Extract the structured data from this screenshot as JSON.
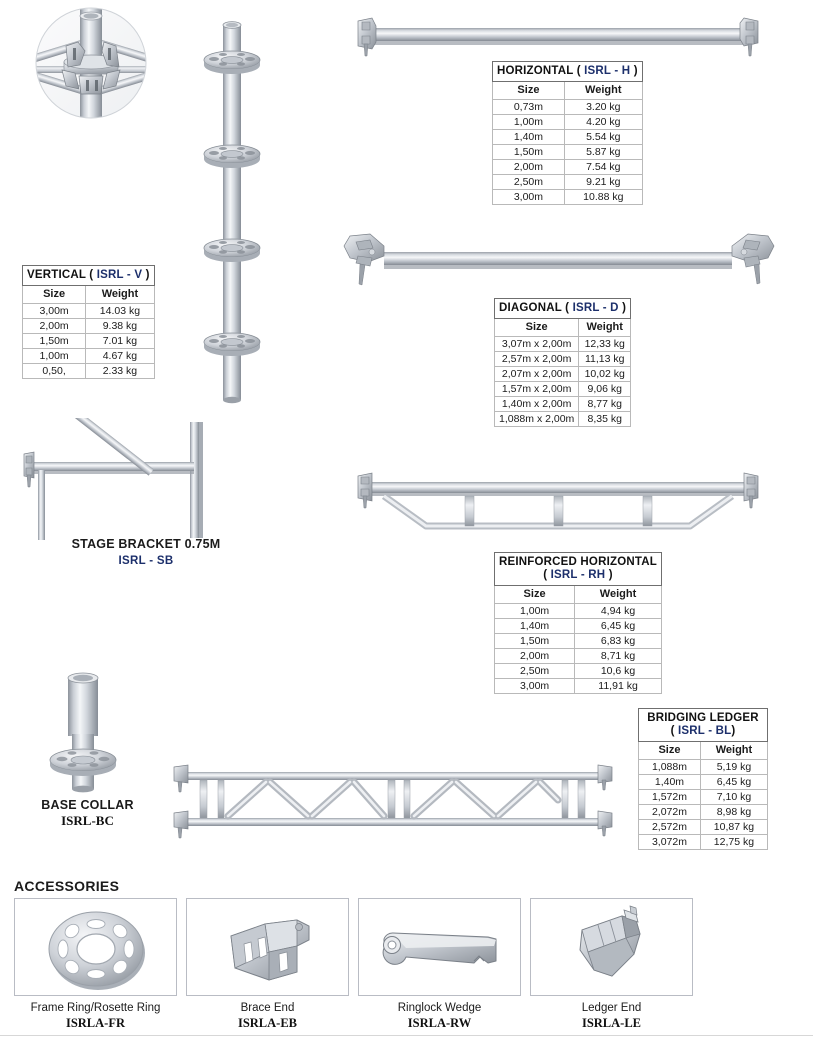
{
  "page": {
    "accessories_heading": "ACCESSORIES"
  },
  "tables": [
    {
      "id": "vertical",
      "title_main": "VERTICAL (",
      "title_code": "ISRL - V",
      "title_close": ")",
      "col_size": "Size",
      "col_weight": "Weight",
      "rows": [
        {
          "size": "3,00m",
          "weight": "14.03 kg"
        },
        {
          "size": "2,00m",
          "weight": "9.38 kg"
        },
        {
          "size": "1,50m",
          "weight": "7.01 kg"
        },
        {
          "size": "1,00m",
          "weight": "4.67 kg"
        },
        {
          "size": "0,50,",
          "weight": "2.33 kg"
        }
      ]
    },
    {
      "id": "horizontal",
      "title_main": "HORIZONTAL (",
      "title_code": "ISRL - H",
      "title_close": ")",
      "col_size": "Size",
      "col_weight": "Weight",
      "rows": [
        {
          "size": "0,73m",
          "weight": "3.20 kg"
        },
        {
          "size": "1,00m",
          "weight": "4.20 kg"
        },
        {
          "size": "1,40m",
          "weight": "5.54 kg"
        },
        {
          "size": "1,50m",
          "weight": "5.87 kg"
        },
        {
          "size": "2,00m",
          "weight": "7.54 kg"
        },
        {
          "size": "2,50m",
          "weight": "9.21 kg"
        },
        {
          "size": "3,00m",
          "weight": "10.88 kg"
        }
      ]
    },
    {
      "id": "diagonal",
      "title_main": "DIAGONAL (",
      "title_code": "ISRL - D",
      "title_close": ")",
      "col_size": "Size",
      "col_weight": "Weight",
      "rows": [
        {
          "size": "3,07m x 2,00m",
          "weight": "12,33 kg"
        },
        {
          "size": "2,57m x 2,00m",
          "weight": "11,13 kg"
        },
        {
          "size": "2,07m x 2,00m",
          "weight": "10,02 kg"
        },
        {
          "size": "1,57m x 2,00m",
          "weight": "9,06 kg"
        },
        {
          "size": "1,40m x 2,00m",
          "weight": "8,77 kg"
        },
        {
          "size": "1,088m x 2,00m",
          "weight": "8,35 kg"
        }
      ]
    },
    {
      "id": "reinforced-horizontal",
      "title_main": "REINFORCED HORIZONTAL",
      "title_code": "ISRL - RH",
      "title_line2_open": "(",
      "title_close": ")",
      "col_size": "Size",
      "col_weight": "Weight",
      "rows": [
        {
          "size": "1,00m",
          "weight": "4,94 kg"
        },
        {
          "size": "1,40m",
          "weight": "6,45 kg"
        },
        {
          "size": "1,50m",
          "weight": "6,83 kg"
        },
        {
          "size": "2,00m",
          "weight": "8,71 kg"
        },
        {
          "size": "2,50m",
          "weight": "10,6 kg"
        },
        {
          "size": "3,00m",
          "weight": "11,91 kg"
        }
      ]
    },
    {
      "id": "bridging-ledger",
      "title_main": "BRIDGING LEDGER",
      "title_code": "ISRL - BL",
      "title_line2_open": "(",
      "title_close": ")",
      "col_size": "Size",
      "col_weight": "Weight",
      "rows": [
        {
          "size": "1,088m",
          "weight": "5,19 kg"
        },
        {
          "size": "1,40m",
          "weight": "6,45 kg"
        },
        {
          "size": "1,572m",
          "weight": "7,10 kg"
        },
        {
          "size": "2,072m",
          "weight": "8,98 kg"
        },
        {
          "size": "2,572m",
          "weight": "10,87 kg"
        },
        {
          "size": "3,072m",
          "weight": "12,75 kg"
        }
      ]
    }
  ],
  "captions": {
    "stage_bracket": {
      "name": "STAGE BRACKET 0.75M",
      "code": "ISRL - SB"
    },
    "base_collar": {
      "name": "BASE COLLAR",
      "code": "ISRL-BC"
    }
  },
  "accessories": [
    {
      "name": "Frame Ring/Rosette Ring",
      "code": "ISRLA-FR",
      "icon": "rosette-ring-icon"
    },
    {
      "name": "Brace End",
      "code": "ISRLA-EB",
      "icon": "brace-end-icon"
    },
    {
      "name": "Ringlock Wedge",
      "code": "ISRLA-RW",
      "icon": "ringlock-wedge-icon"
    },
    {
      "name": "Ledger End",
      "code": "ISRLA-LE",
      "icon": "ledger-end-icon"
    }
  ],
  "colors": {
    "code_blue": "#1c2f6b",
    "table_border": "#6f6f6f",
    "metal_light": "#f2f3f5",
    "metal_mid": "#b9bdc4",
    "metal_dark": "#7d838c"
  }
}
